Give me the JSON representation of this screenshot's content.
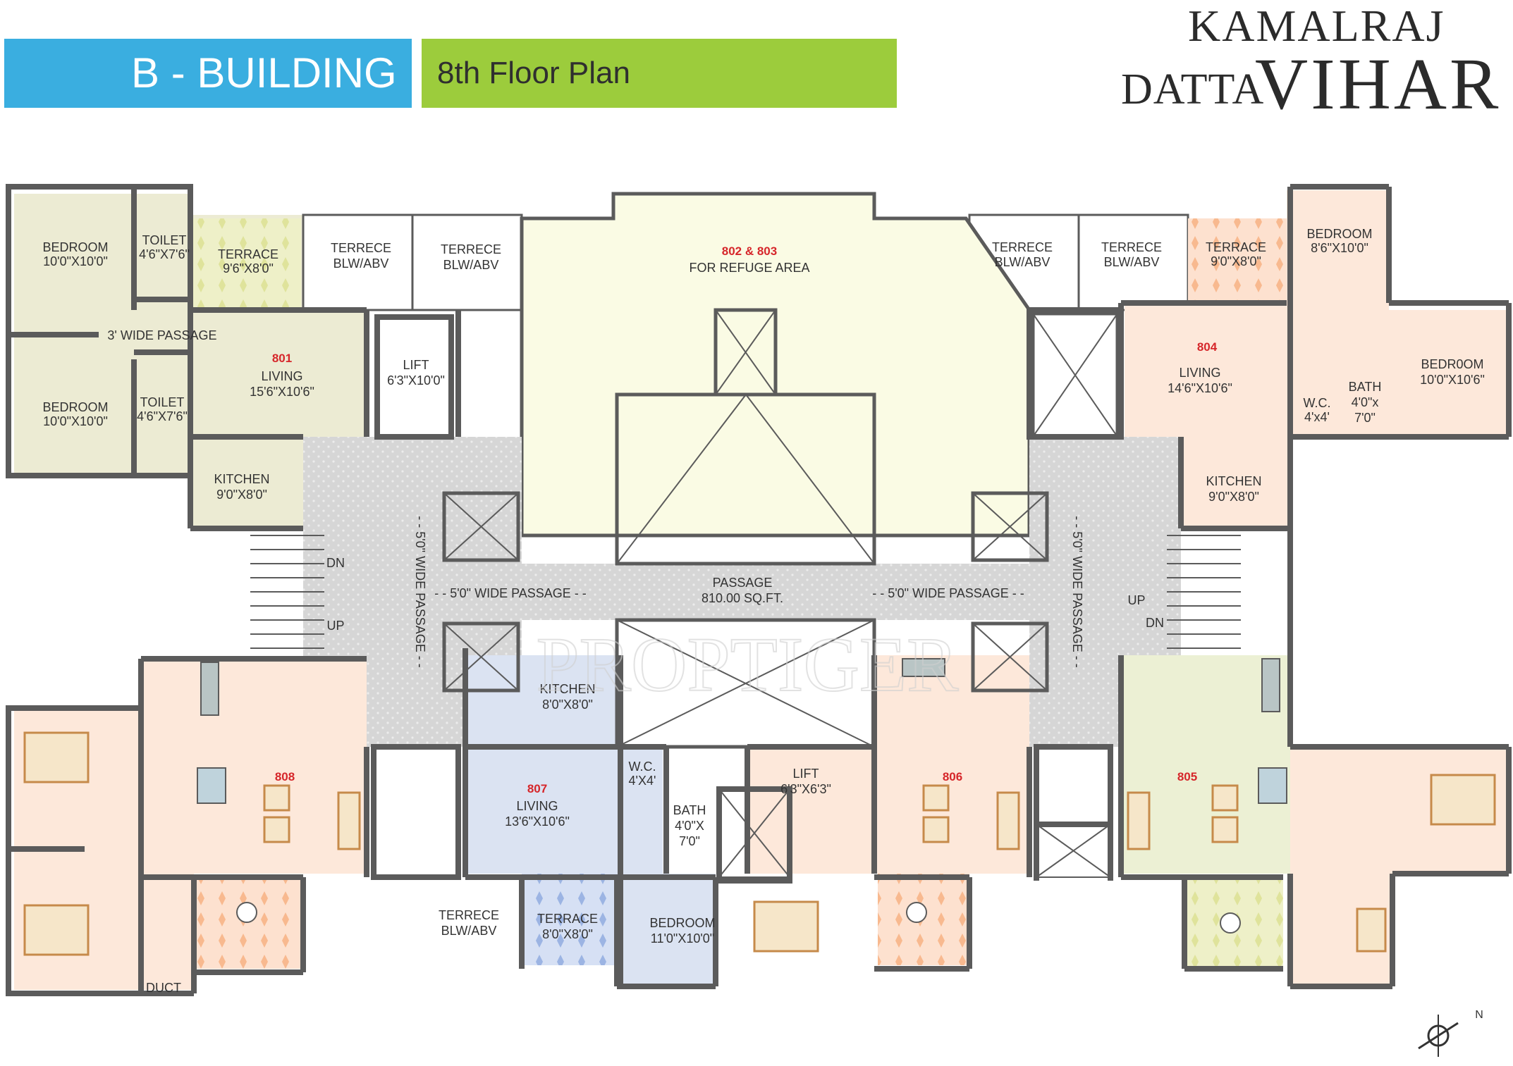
{
  "header": {
    "building": "B - BUILDING",
    "floor": "8th Floor Plan"
  },
  "brand": {
    "line1": "KAMALRAJ",
    "line2": "DATTA",
    "line3": "VIHAR"
  },
  "colors": {
    "banner_blue": "#3aaee0",
    "banner_green": "#9ccc3c",
    "wall": "#5b5b5b",
    "unit_801": "#ecebd3",
    "unit_804": "#fde8da",
    "unit_805": "#ecf0d4",
    "unit_806": "#fde8da",
    "unit_807": "#dbe3f2",
    "unit_808": "#fde8da",
    "refuge": "#fafbe4",
    "passage": "#d9d9d9"
  },
  "labels": {
    "u801_bed1_name": "BEDROOM",
    "u801_bed1_dim": "10'0\"X10'0\"",
    "u801_toilet1_name": "TOILET",
    "u801_toilet1_dim": "4'6\"X7'6\"",
    "u801_terrace_name": "TERRACE",
    "u801_terrace_dim": "9'6\"X8'0\"",
    "terrece_blw_a_1": "TERRECE",
    "terrece_blw_a_2": "BLW/ABV",
    "terrece_blw_b_1": "TERRECE",
    "terrece_blw_b_2": "BLW/ABV",
    "refuge_no": "802 & 803",
    "refuge_name": "FOR REFUGE AREA",
    "terrece_blw_c_1": "TERRECE",
    "terrece_blw_c_2": "BLW/ABV",
    "terrece_blw_d_1": "TERRECE",
    "terrece_blw_d_2": "BLW/ABV",
    "u804_terrace_name": "TERRACE",
    "u804_terrace_dim": "9'0\"X8'0\"",
    "u804_bed1_name": "BEDROOM",
    "u804_bed1_dim": "8'6\"X10'0\"",
    "u801_passage": "3' WIDE PASSAGE",
    "u801_no": "801",
    "u801_living_name": "LIVING",
    "u801_living_dim": "15'6\"X10'6\"",
    "lift1_name": "LIFT",
    "lift1_dim": "6'3\"X10'0\"",
    "u801_bed2_name": "BEDROOM",
    "u801_bed2_dim": "10'0\"X10'0\"",
    "u801_toilet2_name": "TOILET",
    "u801_toilet2_dim": "4'6\"X7'6\"",
    "u804_no": "804",
    "u804_living_name": "LIVING",
    "u804_living_dim": "14'6\"X10'6\"",
    "u804_bath_name": "BATH",
    "u804_bath_dim1": "4'0\"x",
    "u804_bath_dim2": "7'0\"",
    "u804_wc_name": "W.C.",
    "u804_wc_dim": "4'x4'",
    "u804_bed2_name": "BEDR0OM",
    "u804_bed2_dim": "10'0\"X10'6\"",
    "u801_kitchen_name": "KITCHEN",
    "u801_kitchen_dim": "9'0\"X8'0\"",
    "u804_kitchen_name": "KITCHEN",
    "u804_kitchen_dim": "9'0\"X8'0\"",
    "passage_left_v": "- - 5'0\" WIDE PASSAGE - -",
    "passage_right_v": "- - 5'0\" WIDE PASSAGE - -",
    "passage_left_h": "- - 5'0\" WIDE PASSAGE - -",
    "passage_right_h": "- - 5'0\" WIDE PASSAGE - -",
    "passage_center_name": "PASSAGE",
    "passage_center_area": "810.00 SQ.FT.",
    "stair_left_dn": "DN",
    "stair_left_up": "UP",
    "stair_right_up": "UP",
    "stair_right_dn": "DN",
    "u807_kitchen_name": "KITCHEN",
    "u807_kitchen_dim": "8'0\"X8'0\"",
    "u807_no": "807",
    "u807_living_name": "LIVING",
    "u807_living_dim": "13'6\"X10'6\"",
    "u807_wc_name": "W.C.",
    "u807_wc_dim": "4'X4'",
    "u807_bath_name": "BATH",
    "u807_bath_dim1": "4'0\"X",
    "u807_bath_dim2": "7'0\"",
    "u808_no": "808",
    "u806_no": "806",
    "u805_no": "805",
    "lift2_name": "LIFT",
    "lift2_dim": "6'3\"X6'3\"",
    "terrece_blw_e_1": "TERRECE",
    "terrece_blw_e_2": "BLW/ABV",
    "u807_terrace_name": "TERRACE",
    "u807_terrace_dim": "8'0\"X8'0\"",
    "u807_bed_name": "BEDROOM",
    "u807_bed_dim": "11'0\"X10'0\"",
    "duct": "DUCT",
    "watermark": "PROPTIGER",
    "north": "N"
  }
}
